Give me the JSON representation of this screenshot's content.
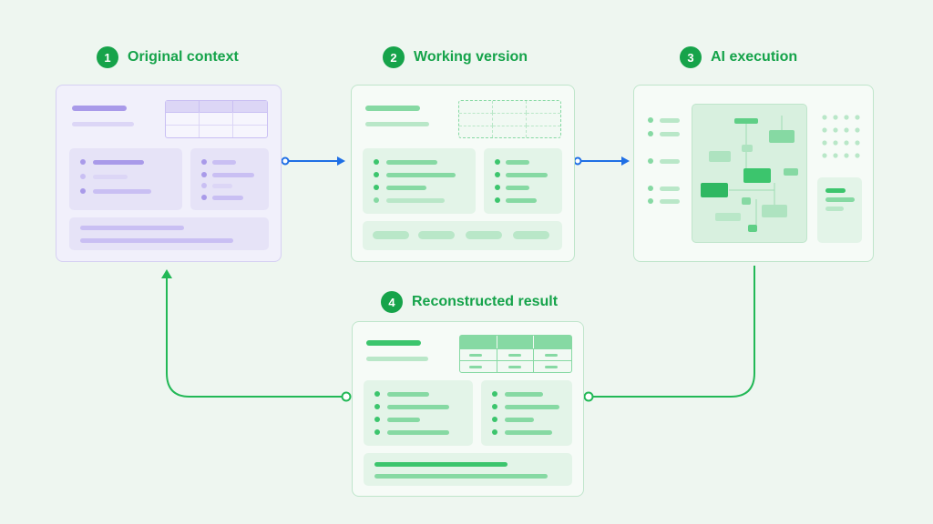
{
  "steps": [
    {
      "num": "1",
      "label": "Original context"
    },
    {
      "num": "2",
      "label": "Working version"
    },
    {
      "num": "3",
      "label": "AI execution"
    },
    {
      "num": "4",
      "label": "Reconstructed result"
    }
  ],
  "colors": {
    "accent_green": "#16a34a",
    "arrow_blue": "#1f6fe5",
    "purple": "#a99ae9",
    "background": "#eef6f0"
  },
  "icons": [
    "arrow-right-icon",
    "arrow-up-icon",
    "connector-node-icon"
  ]
}
